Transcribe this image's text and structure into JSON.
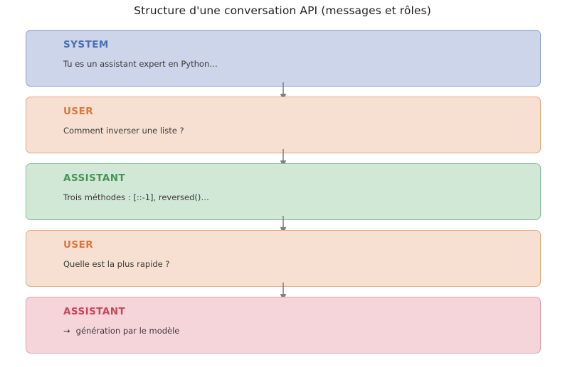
{
  "diagram": {
    "title": "Structure d'une conversation API (messages et rôles)",
    "connector_icon": "arrow-down-icon",
    "colors": {
      "system_fill": "#ccd5ea",
      "system_border": "#8fa4cd",
      "system_label": "#4a6fb4",
      "user_fill": "#f7e0d2",
      "user_border": "#e5a97f",
      "user_label": "#d9763c",
      "assistant_green_fill": "#d2e8d6",
      "assistant_green_border": "#88bf93",
      "assistant_green_label": "#479457",
      "assistant_pink_fill": "#f6d5da",
      "assistant_pink_border": "#dba0ab",
      "assistant_pink_label": "#c9455c",
      "arrow": "#808080",
      "title_text": "#222222",
      "body_text": "#3a3a3a"
    },
    "messages": [
      {
        "role": "SYSTEM",
        "content": "Tu es un assistant expert en Python…",
        "prefix": ""
      },
      {
        "role": "USER",
        "content": "Comment inverser une liste ?",
        "prefix": ""
      },
      {
        "role": "ASSISTANT",
        "content": "Trois méthodes : [::-1], reversed()…",
        "prefix": ""
      },
      {
        "role": "USER",
        "content": "Quelle est la plus rapide ?",
        "prefix": ""
      },
      {
        "role": "ASSISTANT",
        "content": "génération par le modèle",
        "prefix": "→"
      }
    ]
  }
}
